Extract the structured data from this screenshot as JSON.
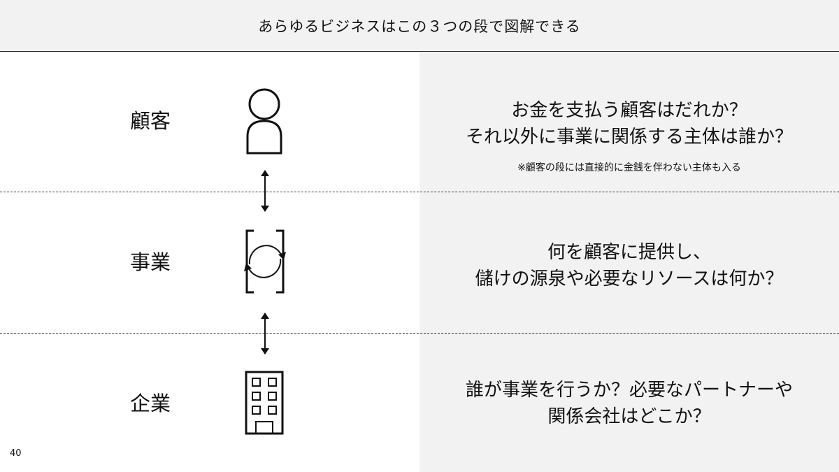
{
  "header": {
    "title": "あらゆるビジネスはこの３つの段で図解できる"
  },
  "rows": [
    {
      "label": "顧客",
      "icon": "person-icon",
      "question": "お金を支払う顧客はだれか？\nそれ以外に事業に関係する主体は誰か？",
      "note": "※顧客の段には直接的に金銭を伴わない主体も入る"
    },
    {
      "label": "事業",
      "icon": "cycle-icon",
      "question": "何を顧客に提供し、\n儲けの源泉や必要なリソースは何か？"
    },
    {
      "label": "企業",
      "icon": "building-icon",
      "question": "誰が事業を行うか？必要なパートナーや\n関係会社はどこか？"
    }
  ],
  "page_number": "40",
  "colors": {
    "panel": "#f2f2f2",
    "line": "#222222"
  }
}
